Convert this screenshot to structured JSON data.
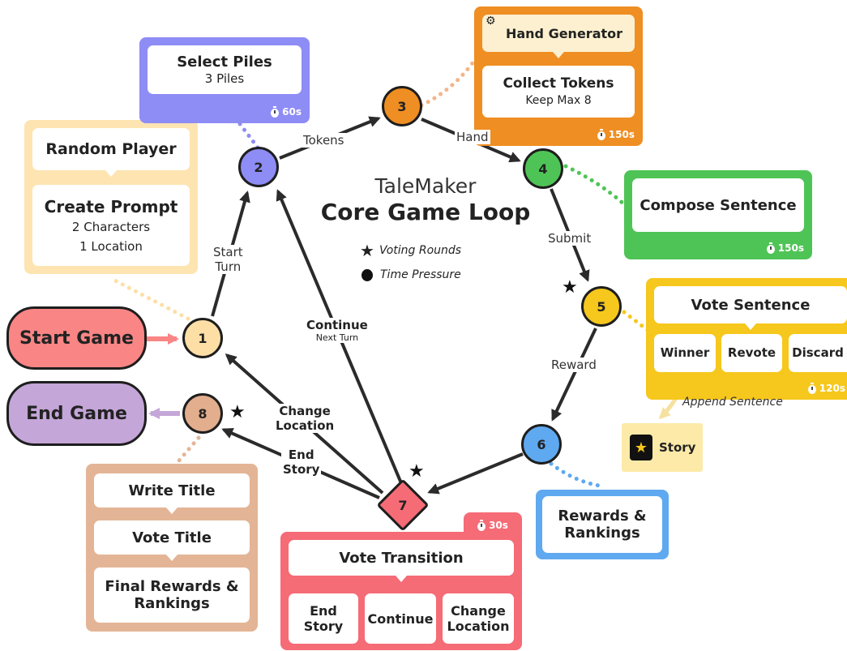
{
  "title": {
    "line1": "TaleMaker",
    "line2": "Core Game Loop"
  },
  "legend": [
    {
      "icon": "star-icon",
      "label": "Voting Rounds"
    },
    {
      "icon": "timer-icon",
      "label": "Time Pressure"
    }
  ],
  "start_game": "Start Game",
  "end_game": "End Game",
  "nodes": [
    "1",
    "2",
    "3",
    "4",
    "5",
    "6",
    "7",
    "8"
  ],
  "edge_labels": {
    "start_turn": "Start\nTurn",
    "tokens": "Tokens",
    "hand": "Hand",
    "submit": "Submit",
    "reward": "Reward",
    "continue": "Continue",
    "next_turn": "Next Turn",
    "change_location": "Change\nLocation",
    "end_story": "End\nStory",
    "append_sentence": "Append Sentence"
  },
  "step1_panel": {
    "random_player": "Random Player",
    "create_prompt": "Create Prompt",
    "line1": "2 Characters",
    "line2": "1 Location"
  },
  "step2_panel": {
    "title": "Select Piles",
    "sub": "3 Piles",
    "timer": "60s"
  },
  "step3_panel": {
    "hand_generator": "Hand Generator",
    "title": "Collect Tokens",
    "sub": "Keep Max 8",
    "timer": "150s"
  },
  "step4_panel": {
    "title": "Compose Sentence",
    "timer": "150s"
  },
  "step5_panel": {
    "title": "Vote Sentence",
    "options": [
      "Winner",
      "Revote",
      "Discard"
    ],
    "timer": "120s"
  },
  "story_box": "Story",
  "step6_panel": {
    "title": "Rewards &\nRankings"
  },
  "step7_panel": {
    "timer": "30s",
    "title": "Vote Transition",
    "options": [
      "End\nStory",
      "Continue",
      "Change\nLocation"
    ]
  },
  "step8_panel": {
    "items": [
      "Write Title",
      "Vote Title",
      "Final Rewards &\nRankings"
    ]
  },
  "colors": {
    "start": "#f98585",
    "end": "#c4a6d8",
    "n1": "#fddfa6",
    "n2": "#8e8cf5",
    "n3": "#ef8e22",
    "n4": "#4fc456",
    "n5": "#f6c71c",
    "n6": "#5fa9f0",
    "n7": "#f56b76",
    "n8": "#e3ae8d",
    "panel1": "#fde4b1",
    "panel2": "#8e8cf5",
    "panel3": "#ef8e22",
    "panel4": "#4fc456",
    "panel5": "#f6c71c",
    "panel6": "#5fa9f0",
    "panel7": "#f56b76",
    "panel8": "#e3b596",
    "story": "#fdeaa8"
  }
}
